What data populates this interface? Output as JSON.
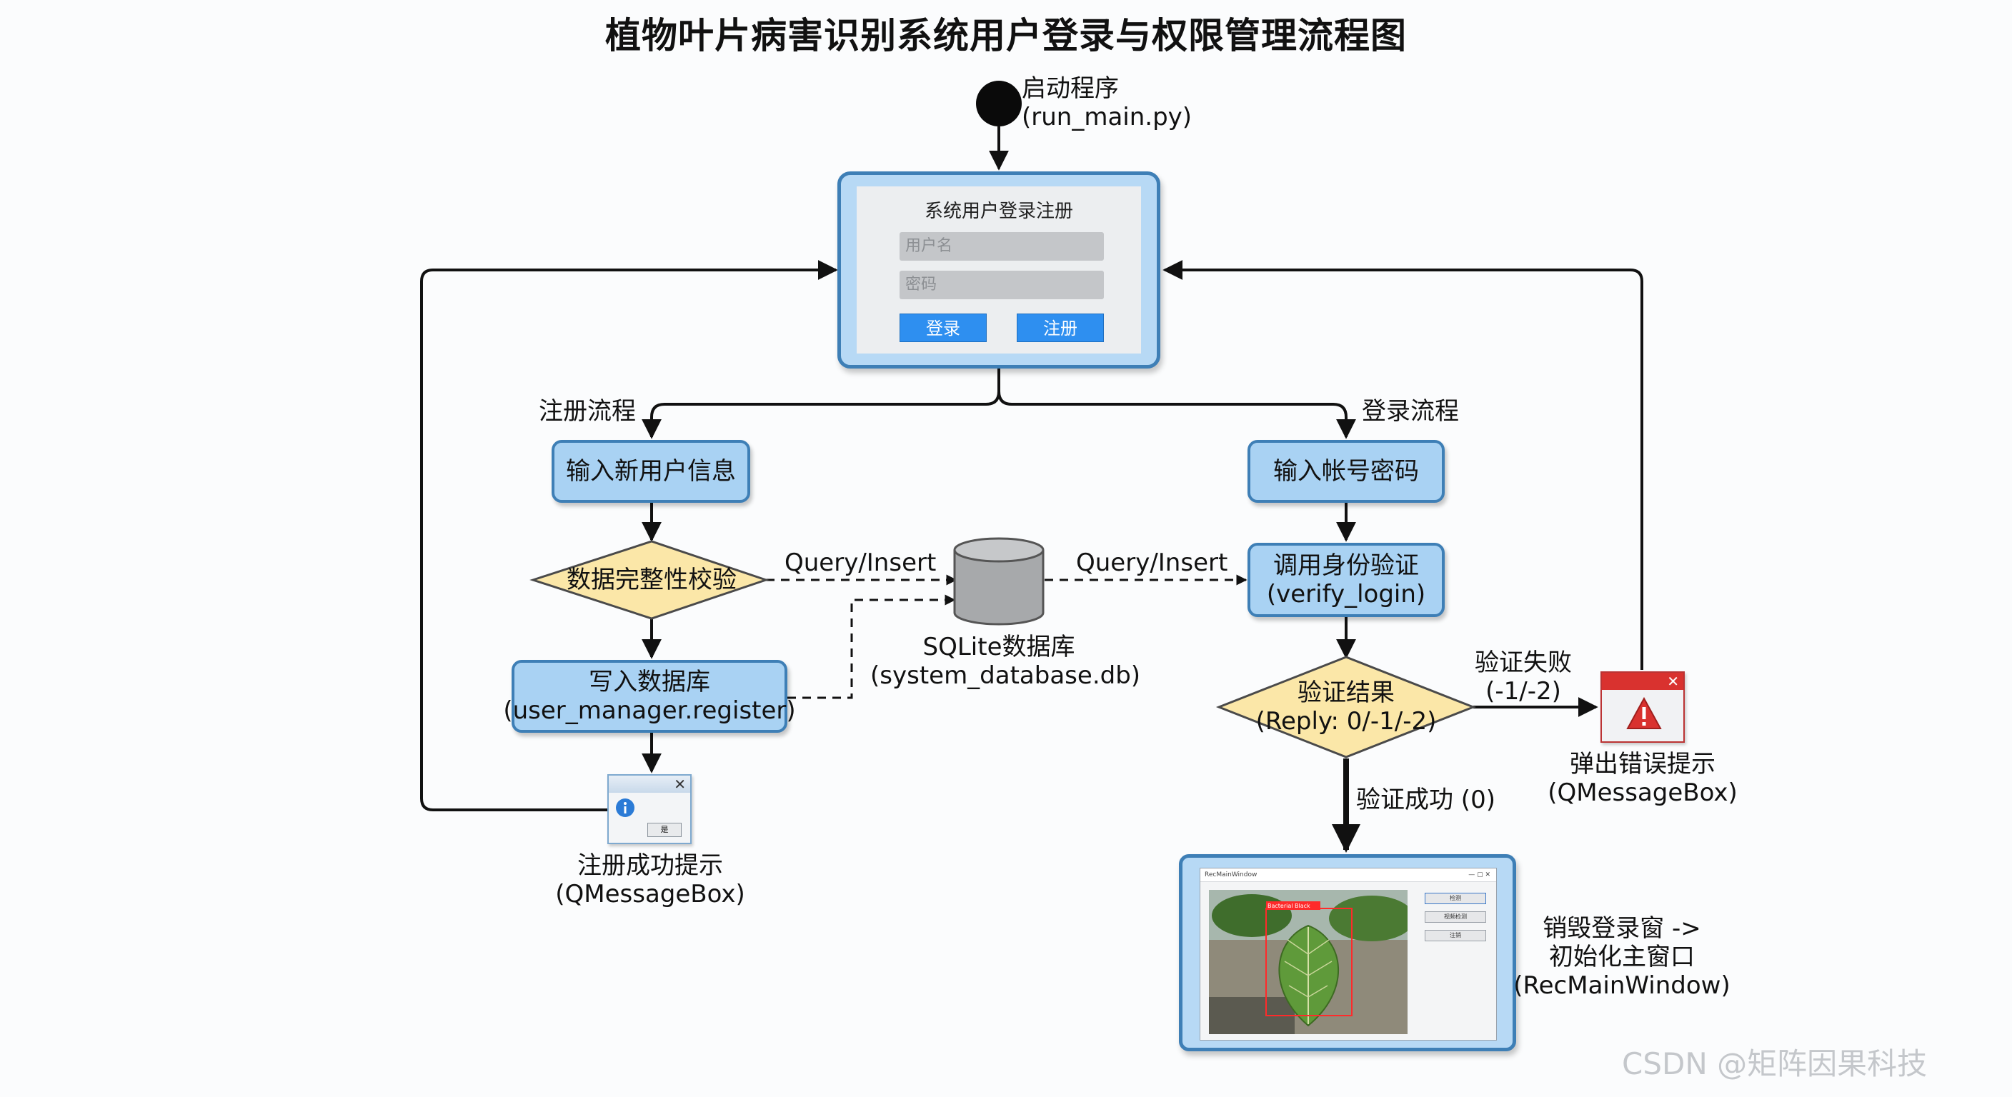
{
  "title": "植物叶片病害识别系统用户登录与权限管理流程图",
  "start": {
    "line1": "启动程序",
    "line2": "(run_main.py)"
  },
  "login_window": {
    "title": "系统用户登录注册",
    "username_placeholder": "用户名",
    "password_placeholder": "密码",
    "login_button": "登录",
    "register_button": "注册"
  },
  "branch_labels": {
    "register": "注册流程",
    "login": "登录流程"
  },
  "register_flow": {
    "input_info": "输入新用户信息",
    "check": "数据完整性校验",
    "write_db_line1": "写入数据库",
    "write_db_line2": "(user_manager.register)",
    "success_line1": "注册成功提示",
    "success_line2": "(QMessageBox)",
    "success_dialog_button": "是"
  },
  "database": {
    "line1": "SQLite数据库",
    "line2": "(system_database.db)"
  },
  "edge_labels": {
    "query_left": "Query/Insert",
    "query_right": "Query/Insert"
  },
  "login_flow": {
    "input_account": "输入帐号密码",
    "verify_line1": "调用身份验证",
    "verify_line2": "(verify_login)",
    "result_line1": "验证结果",
    "result_line2": "(Reply: 0/-1/-2)",
    "fail_line1": "验证失败",
    "fail_line2": "(-1/-2)",
    "error_line1": "弹出错误提示",
    "error_line2": "(QMessageBox)",
    "success_label": "验证成功 (0)",
    "main_line1": "销毁登录窗 ->",
    "main_line2": "初始化主窗口",
    "main_line3": "(RecMainWindow)"
  },
  "main_window_preview": {
    "title": "RecMainWindow",
    "detection_label": "Bacterial Black",
    "button_1": "检测",
    "button_2": "视频检测",
    "button_3": "注销"
  },
  "watermark": "CSDN @矩阵因果科技",
  "colors": {
    "process_fill": "#a9d2f3",
    "decision_fill": "#fbe7a8",
    "database_fill": "#a7a9ab",
    "button_blue": "#2e8ff0",
    "error_red": "#d9322f"
  }
}
